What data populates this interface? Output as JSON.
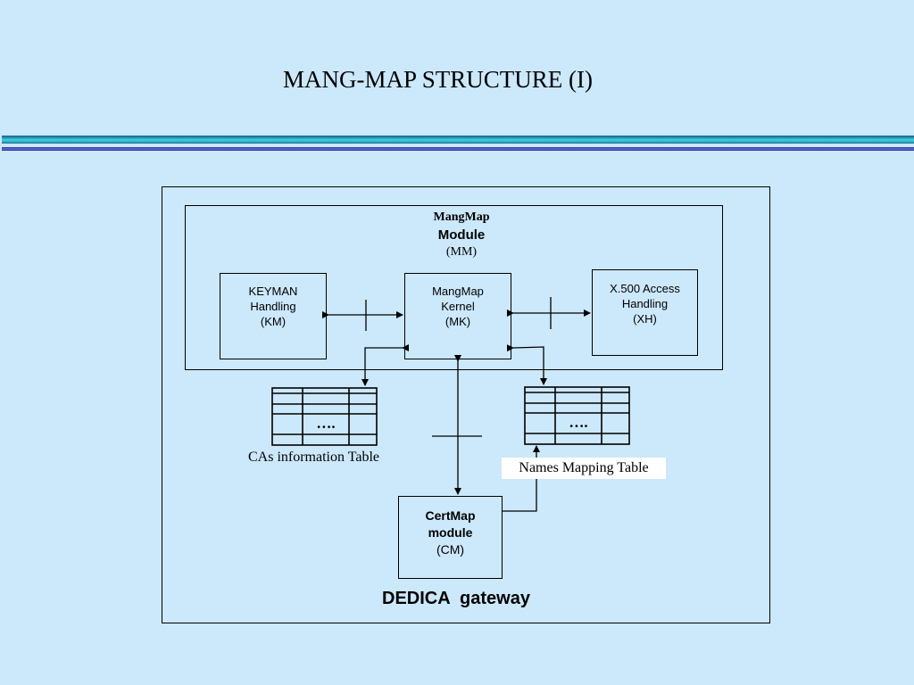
{
  "slide": {
    "title": "MANG-MAP STRUCTURE (I)"
  },
  "diagram": {
    "gateway_label": "DEDICA  gateway",
    "mm_module": {
      "line1": "MangMap",
      "line2": "Module",
      "line3": "(MM)"
    },
    "km": {
      "line1": "KEYMAN",
      "line2": "Handling",
      "line3": "(KM)"
    },
    "mk": {
      "line1": "MangMap",
      "line2": "Kernel",
      "line3": "(MK)"
    },
    "xh": {
      "line1": "X.500 Access",
      "line2": "Handling",
      "line3": "(XH)"
    },
    "cm": {
      "line1": "CertMap",
      "line2": "module",
      "line3": "(CM)"
    },
    "cas_table": {
      "label": "CAs information Table",
      "dots": "…."
    },
    "names_table": {
      "label": "Names Mapping Table",
      "dots": "…."
    }
  },
  "colors": {
    "background": "#cce8fb",
    "rule_thick": "#2aa6c0",
    "rule_thin": "#3a3ab0"
  }
}
